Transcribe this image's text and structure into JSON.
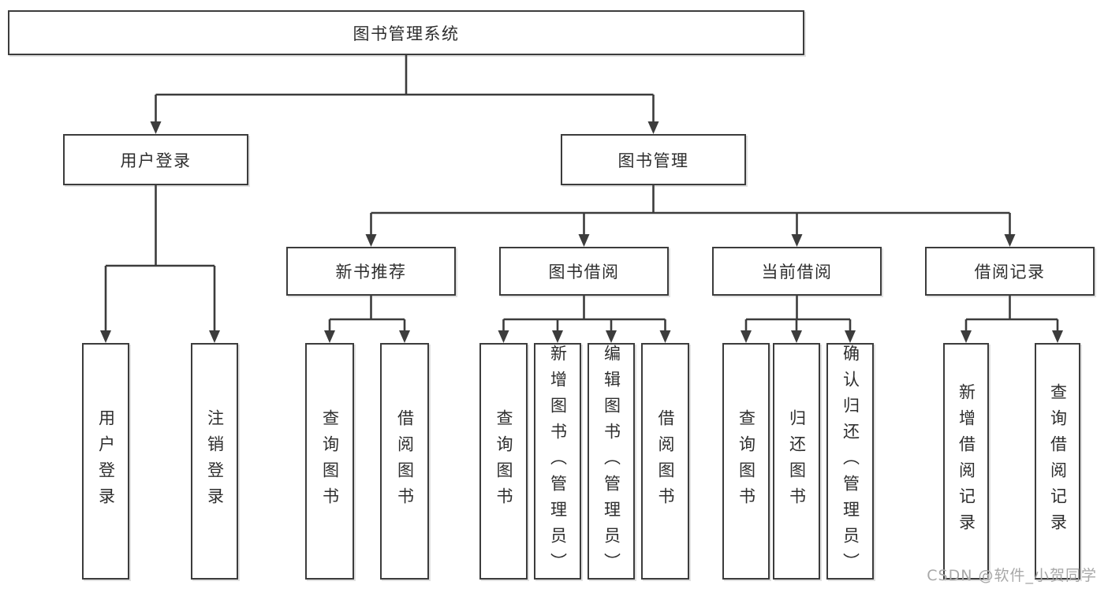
{
  "colors": {
    "background": "#ffffff",
    "line": "#3c3c3c",
    "border": "#3c3c3c",
    "text": "#2e2e2e",
    "watermark": "#a8a8a8"
  },
  "watermark": "CSDN @软件_小贺同学",
  "tree": {
    "id": "root",
    "label": "图书管理系统",
    "children": [
      {
        "id": "user-login",
        "label": "用户登录",
        "children": [
          {
            "id": "leaf-user-login",
            "label": "用户登录"
          },
          {
            "id": "leaf-logout",
            "label": "注销登录"
          }
        ]
      },
      {
        "id": "book-mgmt",
        "label": "图书管理",
        "children": [
          {
            "id": "new-book-rec",
            "label": "新书推荐",
            "children": [
              {
                "id": "nbr-query-book",
                "label": "查询图书"
              },
              {
                "id": "nbr-borrow-book",
                "label": "借阅图书"
              }
            ]
          },
          {
            "id": "book-borrow",
            "label": "图书借阅",
            "children": [
              {
                "id": "bb-query-book",
                "label": "查询图书"
              },
              {
                "id": "bb-add-book",
                "label": "新增图书（管理员）"
              },
              {
                "id": "bb-edit-book",
                "label": "编辑图书（管理员）"
              },
              {
                "id": "bb-borrow-book",
                "label": "借阅图书"
              }
            ]
          },
          {
            "id": "current-borrow",
            "label": "当前借阅",
            "children": [
              {
                "id": "cb-query-book",
                "label": "查询图书"
              },
              {
                "id": "cb-return-book",
                "label": "归还图书"
              },
              {
                "id": "cb-confirm-return",
                "label": "确认归还（管理员）"
              }
            ]
          },
          {
            "id": "borrow-records",
            "label": "借阅记录",
            "children": [
              {
                "id": "br-add-record",
                "label": "新增借阅记录"
              },
              {
                "id": "br-query-record",
                "label": "查询借阅记录"
              }
            ]
          }
        ]
      }
    ]
  }
}
